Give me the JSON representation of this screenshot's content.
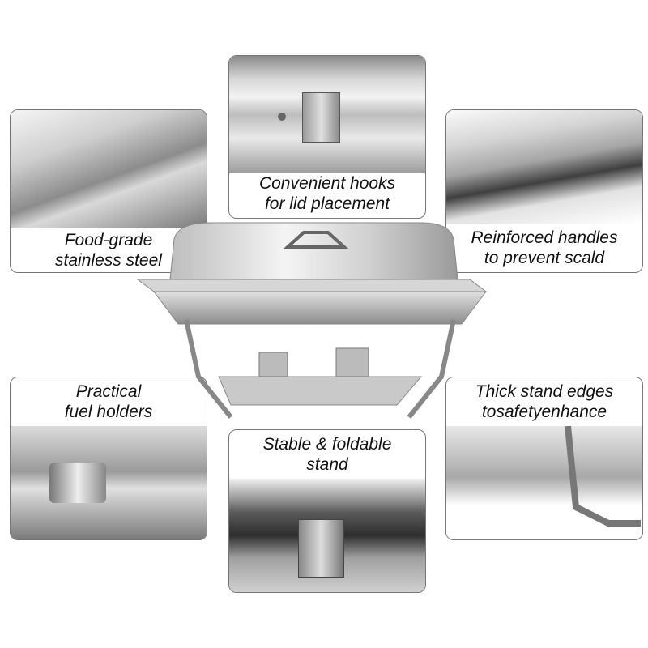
{
  "callouts": {
    "hooks": {
      "line1": "Convenient hooks",
      "line2": "for lid placement"
    },
    "steel": {
      "line1": "Food-grade",
      "line2": "stainless steel"
    },
    "handles": {
      "line1": "Reinforced handles",
      "line2": "to prevent scald"
    },
    "fuel": {
      "line1": "Practical",
      "line2": "fuel holders"
    },
    "stand": {
      "line1": "Stable & foldable",
      "line2": "stand"
    },
    "edges": {
      "line1": "Thick stand edges",
      "line2": "tosafetyenhance"
    }
  },
  "colors": {
    "steel_light": "#e6e6e6",
    "steel_dark": "#6e6e6e",
    "border": "#777777"
  }
}
